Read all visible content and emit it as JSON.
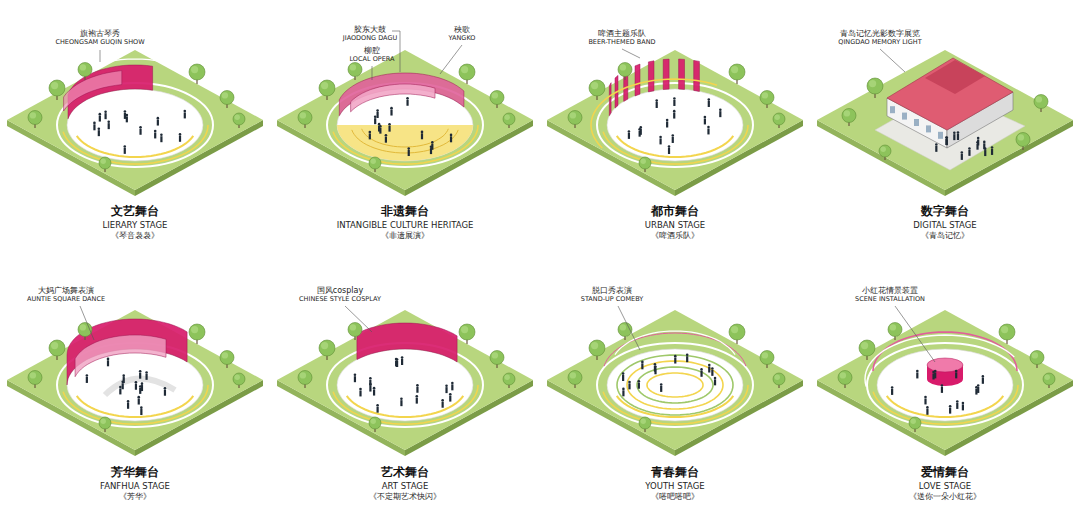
{
  "diagram": {
    "labels": [
      "旗袍古琴秀",
      "CHEONGSAM GUQIN SHOW",
      "文艺舞台",
      "LIERARY STAGE",
      "《琴音袅袅》",
      "胶东大鼓",
      "JIAODONG DAGU",
      "柳腔",
      "LOCAL OPERA",
      "秧歌",
      "YANGKO",
      "非遗舞台",
      "INTANGIBLE CULTURE HERITAGE",
      "《非遗展演》",
      "啤酒主题乐队",
      "BEER-THEMED BAND",
      "都市舞台",
      "URBAN STAGE",
      "《啤酒乐队》",
      "青岛记忆光影数字展览",
      "QINGDAO MEMORY LIGHT",
      "数字舞台",
      "DIGITAL STAGE",
      "《青岛记忆》",
      "大妈广场舞表演",
      "AUNTIE SQUARE DANCE",
      "芳华舞台",
      "FANFHUA STAGE",
      "《芳华》",
      "国风cosplay",
      "CHINESE STYLE COSPLAY",
      "艺术舞台",
      "ART STAGE",
      "《不定期艺术快闪》",
      "脱口秀表演",
      "STAND-UP COMEBY",
      "青春舞台",
      "YOUTH STAGE",
      "《嗒吧嗒吧》",
      "小红花情景装置",
      "SCENE INSTALLATION",
      "爱情舞台",
      "LOVE STAGE",
      "《送你一朵小红花》"
    ]
  }
}
